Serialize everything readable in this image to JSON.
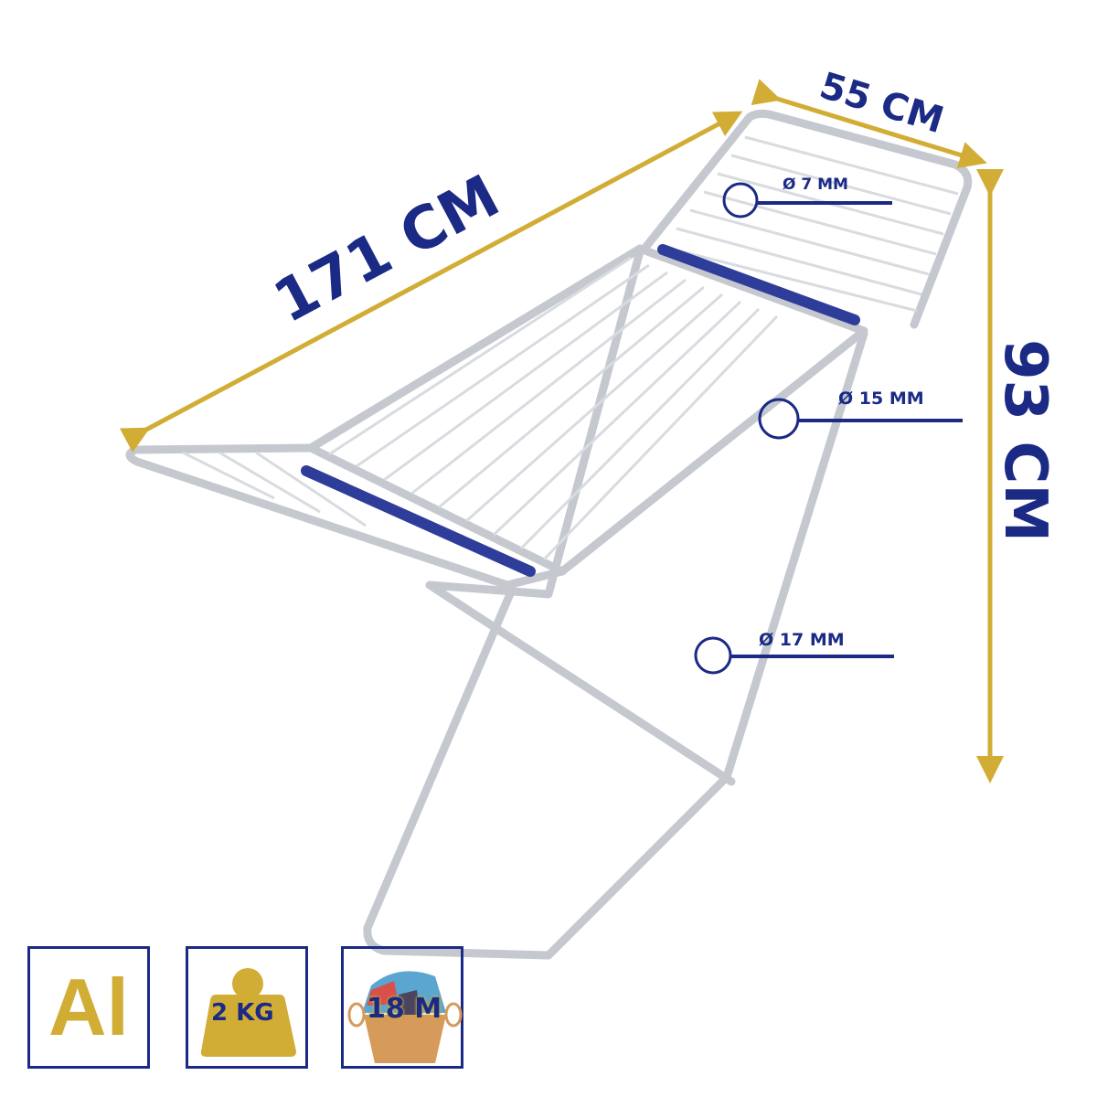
{
  "dimensions": {
    "length": "171 CM",
    "width": "55 CM",
    "height": "93 CM"
  },
  "diameters": [
    {
      "label": "Ø 7 MM"
    },
    {
      "label": "Ø 15 MM"
    },
    {
      "label": "Ø 17 MM"
    }
  ],
  "badges": {
    "material": "Al",
    "weight": "2 KG",
    "line_length": "18 M"
  },
  "colors": {
    "gold": "#d1ad35",
    "navy": "#1b2a85",
    "frame": "#c8ccd2"
  }
}
